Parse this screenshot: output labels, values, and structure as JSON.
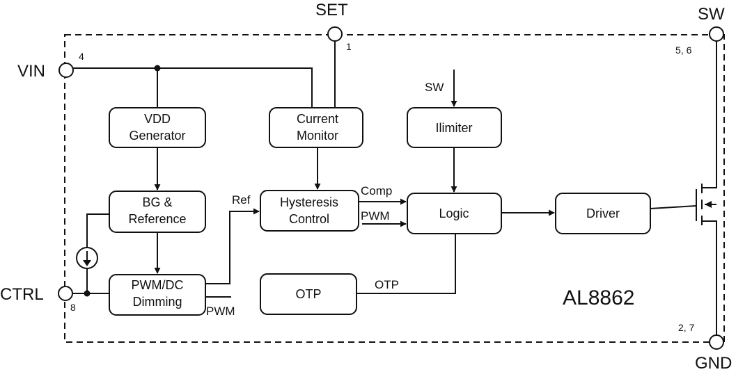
{
  "chart_data": {
    "type": "diagram",
    "part_number": "AL8862",
    "pins": [
      {
        "id": "vin",
        "label": "VIN",
        "number": "4"
      },
      {
        "id": "set",
        "label": "SET",
        "number": "1"
      },
      {
        "id": "sw",
        "label": "SW",
        "number": "5, 6"
      },
      {
        "id": "ctrl",
        "label": "CTRL",
        "number": "8"
      },
      {
        "id": "gnd",
        "label": "GND",
        "number": "2, 7"
      }
    ],
    "blocks": [
      {
        "id": "vdd",
        "lines": [
          "VDD",
          "Generator"
        ]
      },
      {
        "id": "current_monitor",
        "lines": [
          "Current",
          "Monitor"
        ]
      },
      {
        "id": "ilimiter",
        "lines": [
          "Ilimiter"
        ]
      },
      {
        "id": "bg_ref",
        "lines": [
          "BG &",
          "Reference"
        ]
      },
      {
        "id": "hysteresis",
        "lines": [
          "Hysteresis",
          "Control"
        ]
      },
      {
        "id": "logic",
        "lines": [
          "Logic"
        ]
      },
      {
        "id": "driver",
        "lines": [
          "Driver"
        ]
      },
      {
        "id": "pwm_dc",
        "lines": [
          "PWM/DC",
          "Dimming"
        ]
      },
      {
        "id": "otp",
        "lines": [
          "OTP"
        ]
      }
    ],
    "signal_labels": {
      "sw_in": "SW",
      "ref": "Ref",
      "comp": "Comp",
      "pwm_logic": "PWM",
      "otp_line": "OTP",
      "pwm_out": "PWM"
    },
    "connections": [
      {
        "from": "vin",
        "to": "vdd"
      },
      {
        "from": "vin",
        "to": "current_monitor"
      },
      {
        "from": "set",
        "to": "current_monitor"
      },
      {
        "from": "vdd",
        "to": "bg_ref"
      },
      {
        "from": "bg_ref",
        "to": "pwm_dc"
      },
      {
        "from": "current_monitor",
        "to": "hysteresis"
      },
      {
        "from": "pwm_dc",
        "to": "hysteresis",
        "label": "Ref"
      },
      {
        "from": "hysteresis",
        "to": "logic",
        "label": "Comp"
      },
      {
        "from": "sw",
        "to": "ilimiter"
      },
      {
        "from": "ilimiter",
        "to": "logic"
      },
      {
        "from": "otp",
        "to": "logic",
        "label": "OTP"
      },
      {
        "from": "logic",
        "to": "driver"
      },
      {
        "from": "driver",
        "to": "mosfet"
      },
      {
        "from": "mosfet",
        "to": "sw"
      },
      {
        "from": "mosfet",
        "to": "gnd"
      },
      {
        "from": "ctrl",
        "to": "pwm_dc"
      },
      {
        "from": "bg_ref",
        "to": "ctrl",
        "via": "current-source"
      }
    ]
  }
}
